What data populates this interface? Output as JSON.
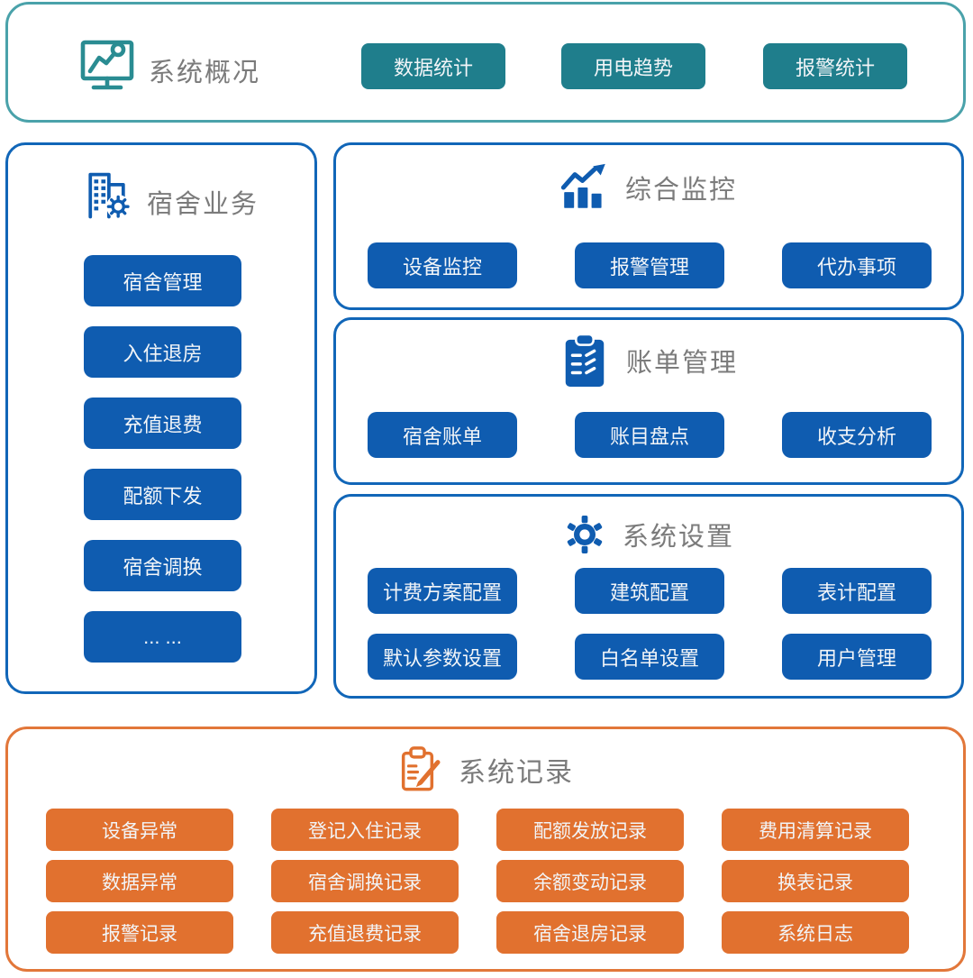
{
  "colors": {
    "teal_button": "#1f7e8c",
    "teal_border": "#4aa2aa",
    "teal_icon": "#2a8c92",
    "blue_button": "#0f5cb0",
    "blue_border": "#1166b8",
    "blue_icon": "#0f5cb0",
    "orange_button": "#e1712f",
    "orange_border": "#e2773a",
    "title_text": "#7b7b7b",
    "button_text": "#f2f5f8"
  },
  "sections": {
    "overview": {
      "title": "系统概况",
      "icon": "monitor-chart-icon",
      "buttons": [
        "数据统计",
        "用电趋势",
        "报警统计"
      ]
    },
    "dorm_business": {
      "title": "宿舍业务",
      "icon": "building-gear-icon",
      "buttons": [
        "宿舍管理",
        "入住退房",
        "充值退费",
        "配额下发",
        "宿舍调换",
        "...  ..."
      ]
    },
    "monitoring": {
      "title": "综合监控",
      "icon": "bar-chart-arrow-icon",
      "buttons": [
        "设备监控",
        "报警管理",
        "代办事项"
      ]
    },
    "billing": {
      "title": "账单管理",
      "icon": "clipboard-checklist-icon",
      "buttons": [
        "宿舍账单",
        "账目盘点",
        "收支分析"
      ]
    },
    "settings": {
      "title": "系统设置",
      "icon": "gear-icon",
      "rows": [
        [
          "计费方案配置",
          "建筑配置",
          "表计配置"
        ],
        [
          "默认参数设置",
          "白名单设置",
          "用户管理"
        ]
      ]
    },
    "records": {
      "title": "系统记录",
      "icon": "clipboard-pencil-icon",
      "rows": [
        [
          "设备异常",
          "登记入住记录",
          "配额发放记录",
          "费用清算记录"
        ],
        [
          "数据异常",
          "宿舍调换记录",
          "余额变动记录",
          "换表记录"
        ],
        [
          "报警记录",
          "充值退费记录",
          "宿舍退房记录",
          "系统日志"
        ]
      ]
    }
  }
}
